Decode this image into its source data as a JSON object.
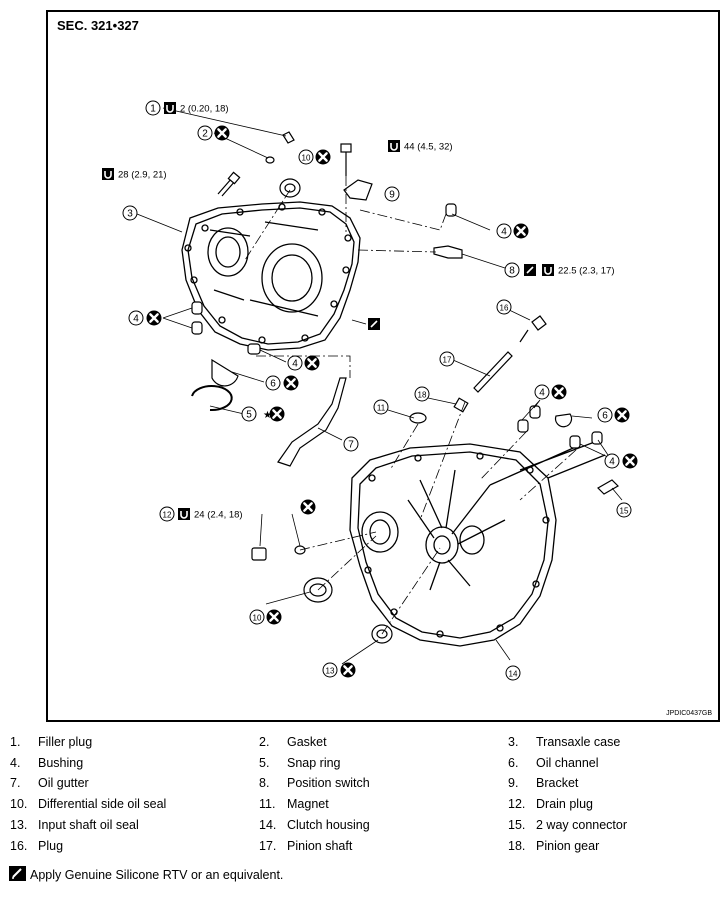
{
  "section": "SEC. 321•327",
  "figure_id": "JPDIC0437GB",
  "torques": {
    "filler_plug": "2 (0.20, 18)",
    "case_bolt": "28 (2.9, 21)",
    "bracket_bolt": "44 (4.5, 32)",
    "position_switch": "22.5 (2.3, 17)",
    "drain_plug": "24 (2.4, 18)"
  },
  "callouts": [
    "1",
    "2",
    "3",
    "4",
    "5",
    "6",
    "7",
    "8",
    "9",
    "10",
    "11",
    "12",
    "13",
    "14",
    "15",
    "16",
    "17",
    "18"
  ],
  "star": "★",
  "parts": [
    {
      "num": "1.",
      "name": "Filler plug"
    },
    {
      "num": "2.",
      "name": "Gasket"
    },
    {
      "num": "3.",
      "name": "Transaxle case"
    },
    {
      "num": "4.",
      "name": "Bushing"
    },
    {
      "num": "5.",
      "name": "Snap ring"
    },
    {
      "num": "6.",
      "name": "Oil channel"
    },
    {
      "num": "7.",
      "name": "Oil gutter"
    },
    {
      "num": "8.",
      "name": "Position switch"
    },
    {
      "num": "9.",
      "name": "Bracket"
    },
    {
      "num": "10.",
      "name": "Differential side oil seal"
    },
    {
      "num": "11.",
      "name": "Magnet"
    },
    {
      "num": "12.",
      "name": "Drain plug"
    },
    {
      "num": "13.",
      "name": "Input shaft oil seal"
    },
    {
      "num": "14.",
      "name": "Clutch housing"
    },
    {
      "num": "15.",
      "name": "2 way connector"
    },
    {
      "num": "16.",
      "name": "Plug"
    },
    {
      "num": "17.",
      "name": "Pinion shaft"
    },
    {
      "num": "18.",
      "name": "Pinion gear"
    }
  ],
  "note": "Apply Genuine Silicone RTV or an equivalent.",
  "icons": {
    "torque": "torque-wrench-icon",
    "replace": "do-not-reuse-icon",
    "sealant": "sealant-icon"
  }
}
